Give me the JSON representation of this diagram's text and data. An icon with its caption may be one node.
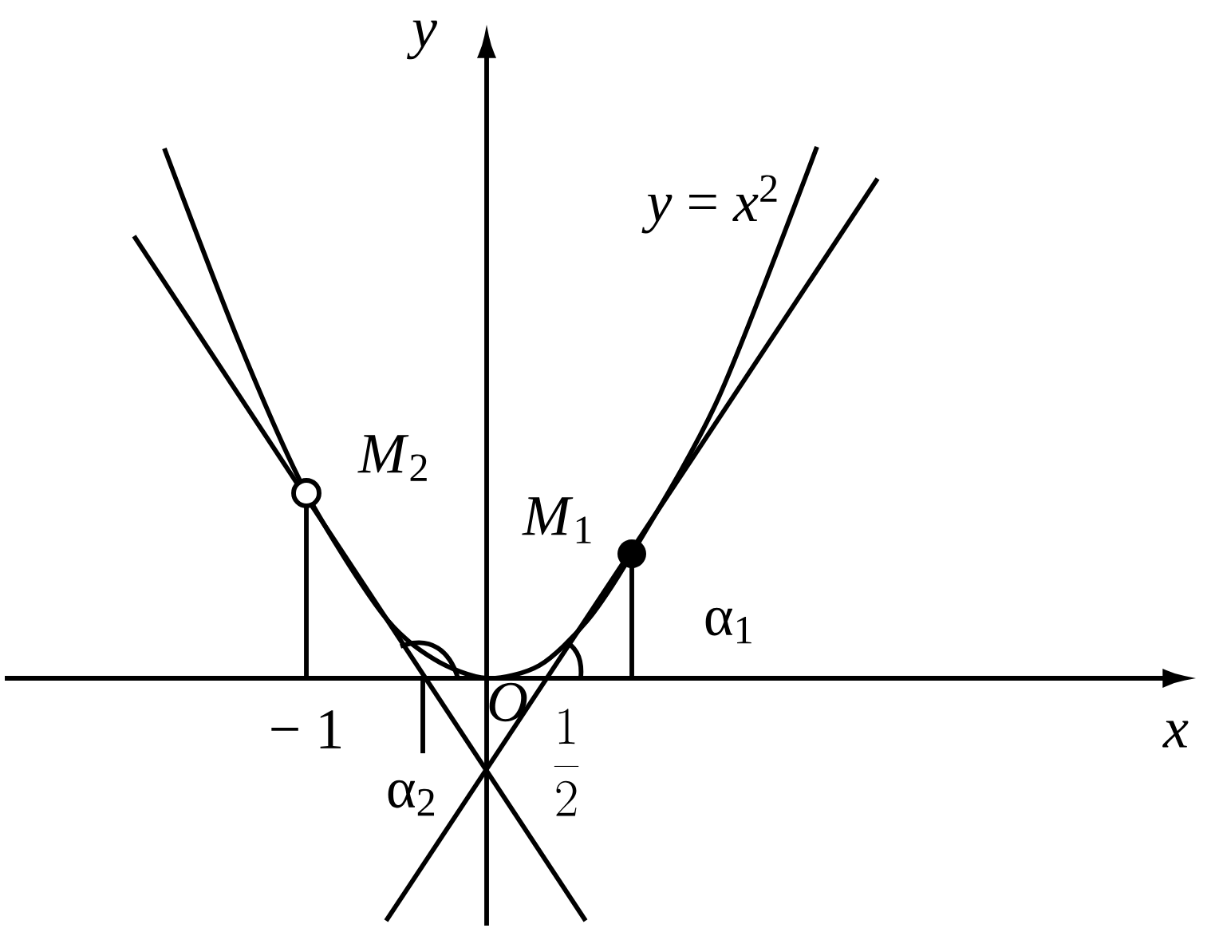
{
  "diagram": {
    "labels": [
      "y",
      "*y* = *x*$^{2}$",
      "*M*$_{2}$",
      "*M*$_{1}$",
      "α$_{1}$",
      "− 1",
      "O",
      "\\frac{1}{2}",
      "α$_{2}$",
      "x"
    ]
  }
}
